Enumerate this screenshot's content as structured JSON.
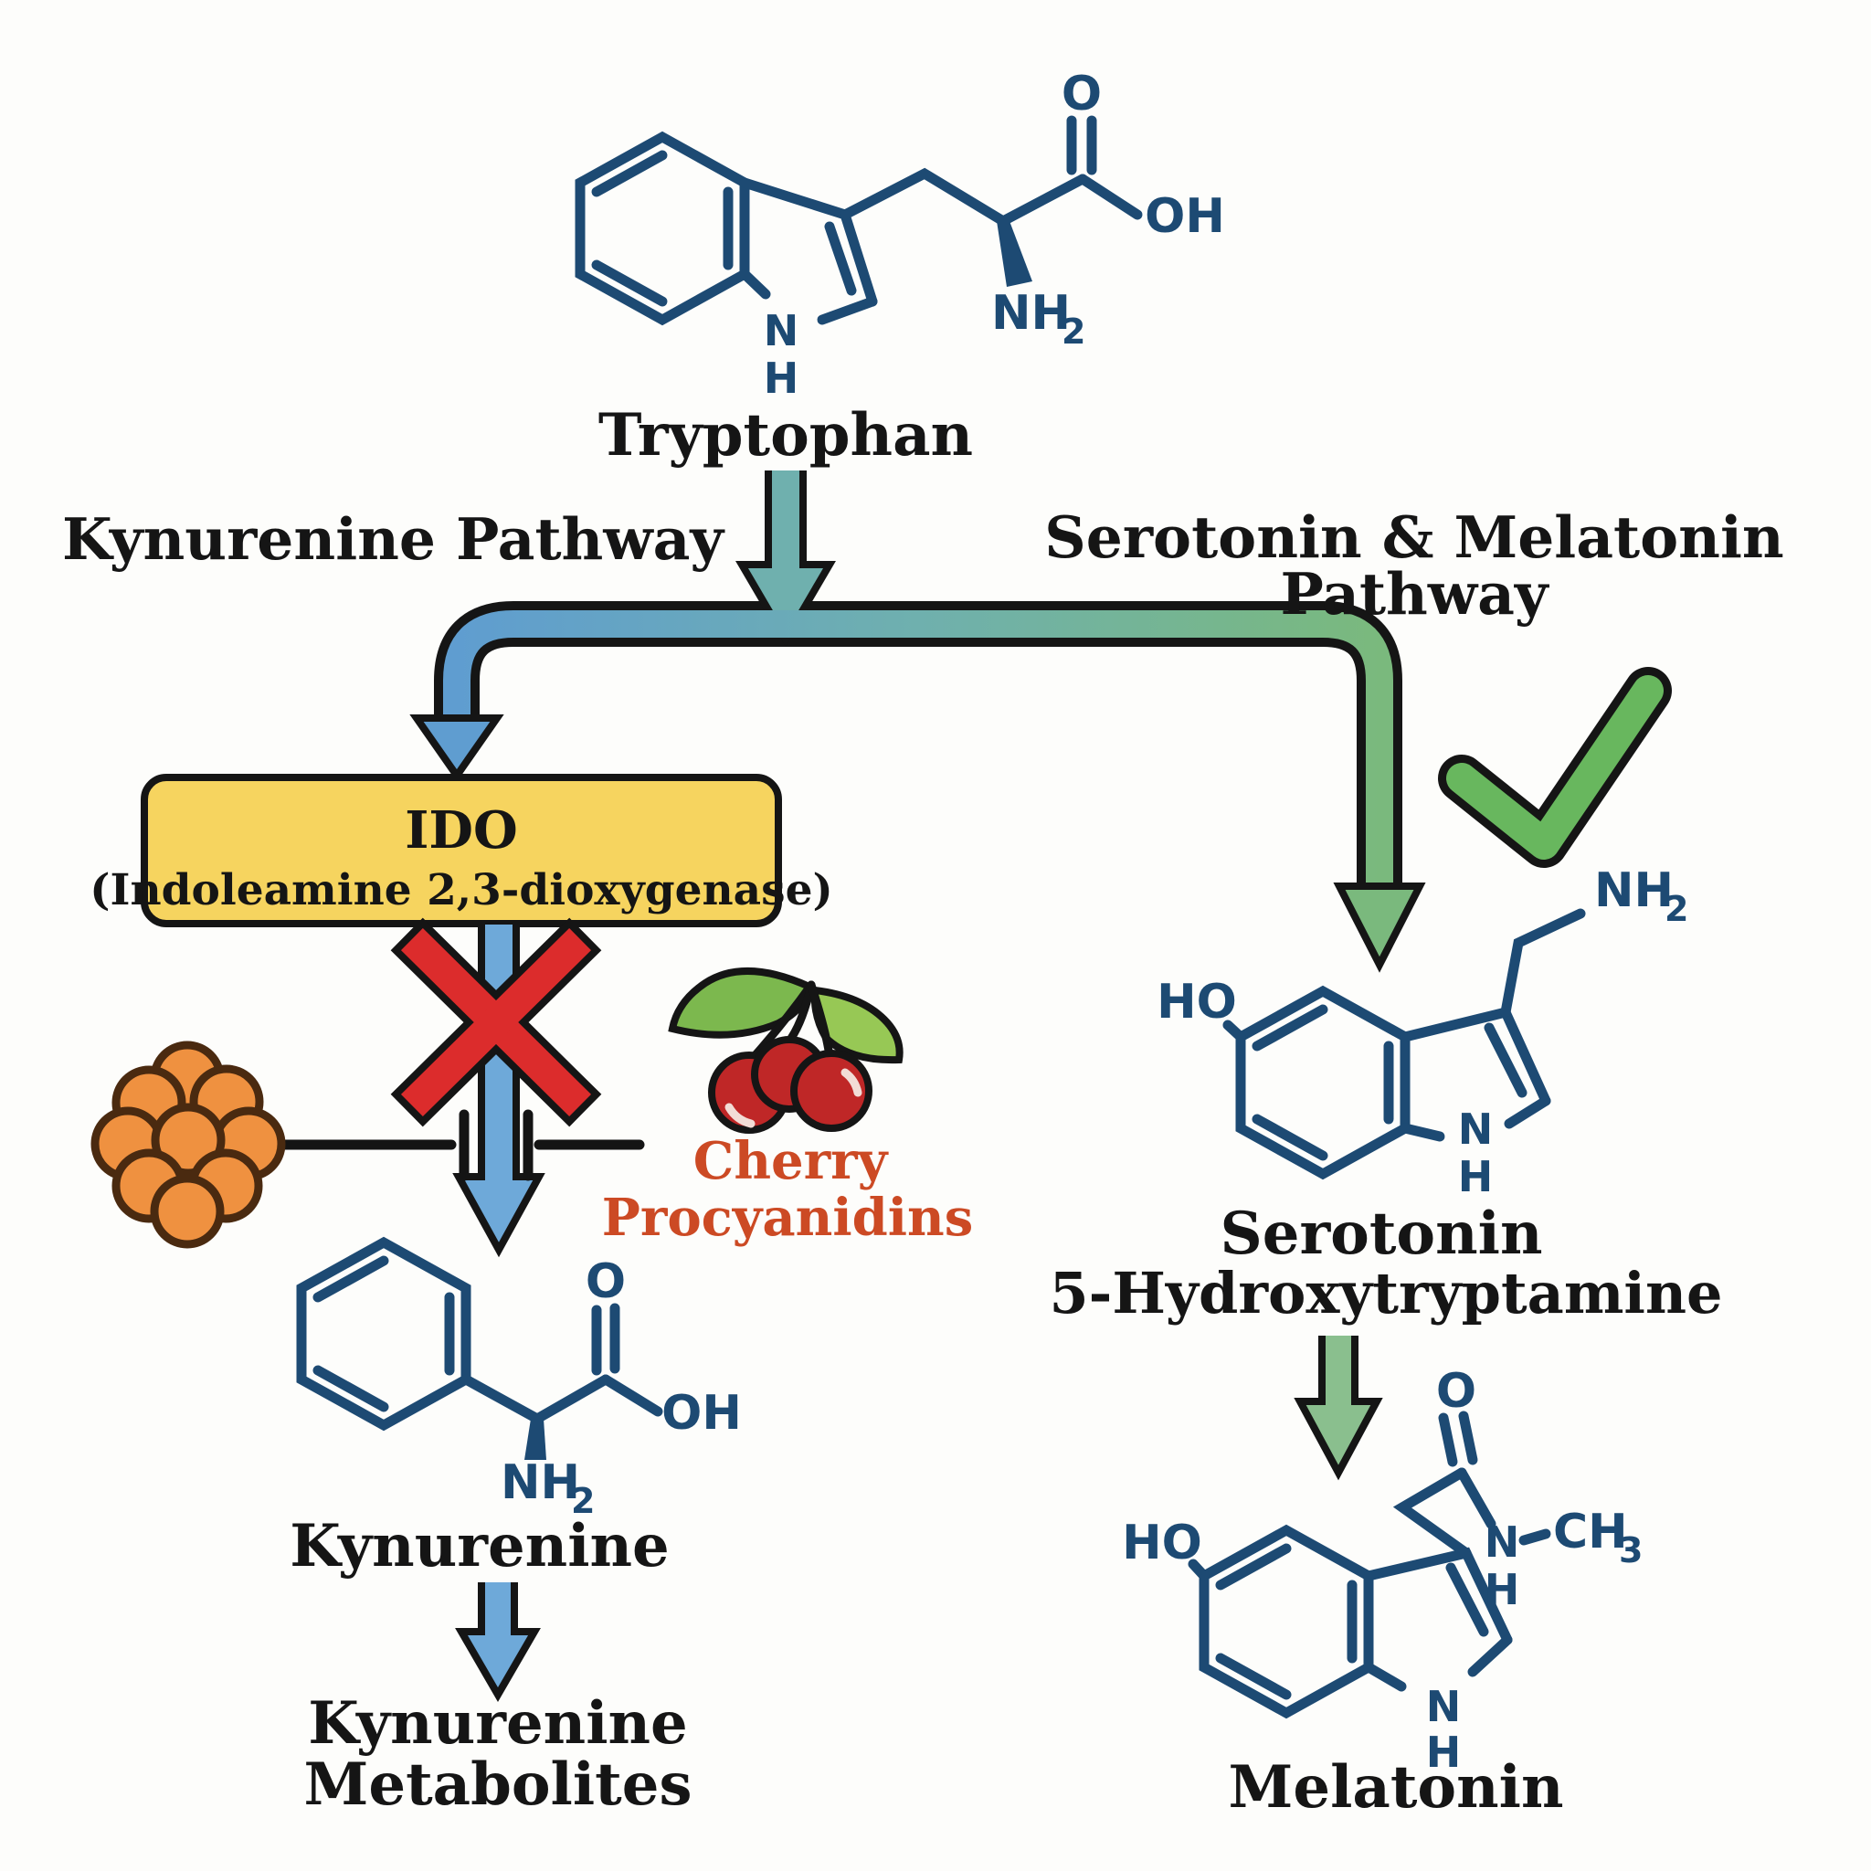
{
  "diagram_title": "Tryptophan metabolism pathway diagram",
  "labels": {
    "tryptophan": "Tryptophan",
    "kynurenine_pathway": "Kynurenine Pathway",
    "serotonin_pathway_1": "Serotonin & Melatonin",
    "serotonin_pathway_2": "Pathway",
    "ido_1": "IDO",
    "ido_2": "(Indoleamine 2,3-dioxygenase)",
    "cherry_1": "Cherry",
    "cherry_2": "Procyanidins",
    "kynurenine": "Kynurenine",
    "kyn_met_1": "Kynurenine",
    "kyn_met_2": "Metabolites",
    "serotonin_1": "Serotonin",
    "serotonin_2": "5-Hydroxytryptamine",
    "melatonin": "Melatonin"
  },
  "atoms": {
    "O": "O",
    "OH": "OH",
    "HO": "HO",
    "N": "N",
    "H": "H",
    "NH": "NH",
    "CH": "CH",
    "sub2": "2",
    "sub3": "3"
  },
  "colors": {
    "background": "#fdfdfb",
    "structure_navy": "#1d4a73",
    "label_black": "#151515",
    "ido_box_fill": "#f6d45f",
    "branch_blue": "#5f9dd0",
    "branch_teal": "#6fb0ae",
    "branch_green": "#7ab97d",
    "blue_arrow": "#6ea9d9",
    "small_green_arrow": "#8abf8e",
    "checkmark_green": "#68b75e",
    "red_x": "#dc2c2c",
    "cherry_red": "#bf2727",
    "leaf_green": "#7cb84e",
    "leaf_green_light": "#97c855",
    "cluster_orange": "#ef9140",
    "cluster_outline": "#4a2a10",
    "cherry_text": "#cc4a24"
  }
}
